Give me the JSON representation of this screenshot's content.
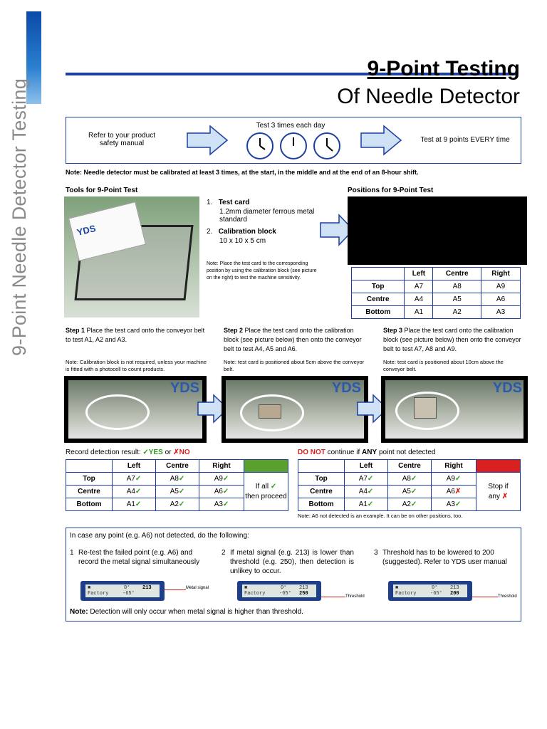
{
  "sidebar": {
    "vertical_title": "9-Point Needle Detector Testing"
  },
  "header": {
    "title_line1": "9-Point Testing",
    "title_line2": "Of Needle Detector"
  },
  "flow": {
    "refer": "Refer to your product\nsafety manual",
    "test3": "Test 3 times each day",
    "test9": "Test at 9 points EVERY time"
  },
  "calibration_note": "Note: Needle detector must be calibrated at least 3 times, at the start, in the middle and at the end of an 8-hour shift.",
  "tools": {
    "heading": "Tools for 9-Point Test",
    "item1_num": "1.",
    "item1_title": "Test card",
    "item1_desc": "1.2mm diameter ferrous metal standard",
    "item2_num": "2.",
    "item2_title": "Calibration block",
    "item2_desc": "10 x 10 x 5 cm",
    "note": "Note: Place the test card to the corresponding position by using the calibration block (see picture on the right) to test the machine sensitivity.",
    "photo_label": "YDS"
  },
  "positions": {
    "heading": "Positions for 9-Point Test",
    "headers": [
      "",
      "Left",
      "Centre",
      "Right"
    ],
    "rows": [
      [
        "Top",
        "A7",
        "A8",
        "A9"
      ],
      [
        "Centre",
        "A4",
        "A5",
        "A6"
      ],
      [
        "Bottom",
        "A1",
        "A2",
        "A3"
      ]
    ]
  },
  "steps": [
    {
      "label": "Step 1",
      "text": "Place the test card onto the conveyor belt to test A1, A2 and A3.",
      "note": "Note: Calibration block is not required, unless your machine is fitted with a photocell to count products."
    },
    {
      "label": "Step 2",
      "text": "Place the test card onto the calibration block (see picture below) then onto the conveyor belt to test A4, A5 and A6.",
      "note": "Note: test card is positioned about 5cm above the conveyor belt."
    },
    {
      "label": "Step 3",
      "text": "Place the test card onto the calibration block (see picture below) then onto the conveyor belt to test A7, A8 and A9.",
      "note": "Note: test card is positioned about 10cm above the conveyor belt."
    }
  ],
  "photo_brand": "YDS",
  "record": {
    "prefix": "Record detection result: ",
    "yes": "YES",
    "or": " or ",
    "no": "NO",
    "headers": [
      "",
      "Left",
      "Centre",
      "Right"
    ],
    "rows": [
      [
        "Top",
        "A7",
        "A8",
        "A9"
      ],
      [
        "Centre",
        "A4",
        "A5",
        "A6"
      ],
      [
        "Bottom",
        "A1",
        "A2",
        "A3"
      ]
    ],
    "side_line1": "If all",
    "side_line2": "then proceed",
    "accent_green": "#5aa02c"
  },
  "donot": {
    "donot": "DO NOT",
    "mid": " continue if ",
    "any": "ANY",
    "suffix": " point not detected",
    "headers": [
      "",
      "Left",
      "Centre",
      "Right"
    ],
    "rows": [
      [
        "Top",
        "A7",
        "A8",
        "A9"
      ],
      [
        "Centre",
        "A4",
        "A5",
        "A6"
      ],
      [
        "Bottom",
        "A1",
        "A2",
        "A3"
      ]
    ],
    "side_line1": "Stop if",
    "side_line2": "any",
    "accent_red": "#d82020",
    "note": "Note: A6 not detected is an example. It can be on other positions, too."
  },
  "fail": {
    "intro": "In case any point (e.g. A6) not detected, do the following:",
    "items": [
      {
        "num": "1",
        "text": "Re-test the failed point (e.g. A6) and record the metal signal simultaneously",
        "value": "213",
        "callout": "Metal signal"
      },
      {
        "num": "2",
        "text": "If metal signal (e.g. 213) is lower than threshold (e.g. 250), then detection is unlikey to occur.",
        "value": "250",
        "callout": "Threshold"
      },
      {
        "num": "3",
        "text": "Threshold has to be lowered to 200 (suggested). Refer to YDS user manual",
        "value": "200",
        "callout": "Threshold"
      }
    ],
    "lcd_row1_left": "Factory",
    "lcd_deg1": "0°",
    "lcd_deg2": "-65°",
    "lcd_top_values": [
      "213",
      "213",
      "213"
    ],
    "note_label": "Note:",
    "note_text": " Detection will only occur when metal signal is higher than threshold."
  }
}
